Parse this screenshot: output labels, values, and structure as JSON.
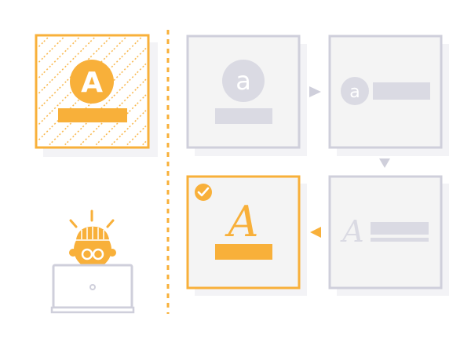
{
  "colors": {
    "accent": "#F8B03A",
    "gray_stroke": "#CFCFDB",
    "gray_fill": "#DADAE3",
    "card_fill": "#F4F4F4",
    "shadow": "#F3F3F6",
    "white": "#FFFFFF"
  },
  "logo_card": {
    "letter": "A"
  },
  "step_1": {
    "letter": "a"
  },
  "step_2": {
    "letter": "a"
  },
  "step_3": {
    "letter": "A"
  },
  "step_4": {
    "letter": "A",
    "badge_icon": "checkmark-icon"
  },
  "arrows": {
    "right": "arrow-right-icon",
    "down": "arrow-down-icon",
    "left": "arrow-left-icon"
  },
  "character": {
    "icon": "designer-at-laptop-icon"
  }
}
